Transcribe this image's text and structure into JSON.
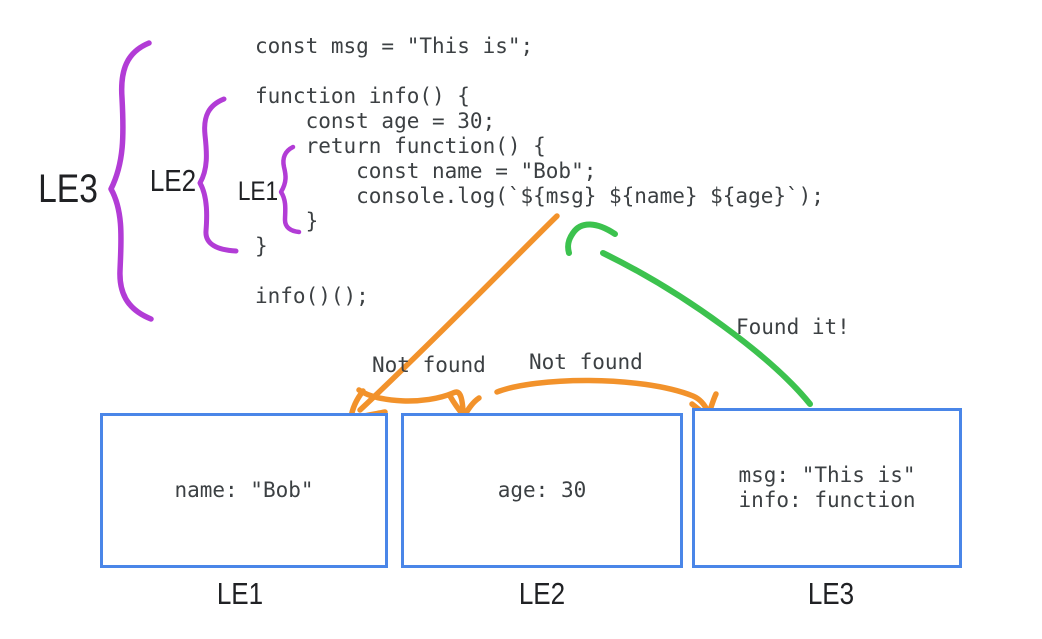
{
  "code": {
    "lines": [
      "const msg = \"This is\";",
      "",
      "function info() {",
      "    const age = 30;",
      "    return function() {",
      "        const name = \"Bob\";",
      "        console.log(`${msg} ${name} ${age}`);",
      "    }",
      "}",
      "",
      "info()();"
    ]
  },
  "scopes": {
    "le3": "LE3",
    "le2": "LE2",
    "le1": "LE1"
  },
  "annotations": {
    "not_found_1": "Not found",
    "not_found_2": "Not found",
    "found_it": "Found it!"
  },
  "boxes": [
    {
      "label": "LE1",
      "lines": [
        "name: \"Bob\""
      ]
    },
    {
      "label": "LE2",
      "lines": [
        "age: 30"
      ]
    },
    {
      "label": "LE3",
      "lines": [
        "msg: \"This is\"",
        "info: function"
      ]
    }
  ],
  "colors": {
    "purple": "#b23cd6",
    "orange": "#f2922b",
    "green": "#3cc24e",
    "blue": "#4a86e8",
    "codetext": "#3c4043",
    "labeltext": "#202124"
  }
}
